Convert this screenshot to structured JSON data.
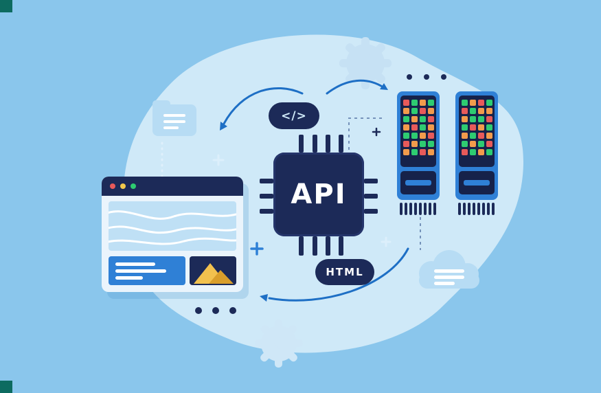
{
  "labels": {
    "api": "API",
    "code_tag": "</>",
    "html": "HTML"
  },
  "colors": {
    "background": "#8AC6EC",
    "blob": "#CFE9F8",
    "navy": "#1C2A58",
    "bright_blue": "#2F80D6",
    "arrow_blue": "#1E6FC5",
    "light_icon": "#B7DCF4",
    "white": "#FFFFFF",
    "corner_teal": "#0D6B60",
    "traffic_red": "#E85A5A",
    "traffic_yellow": "#F2C94C",
    "traffic_green": "#2ECC71",
    "mountain_yellow": "#F2C14E",
    "mountain_dark": "#D99E2B"
  },
  "servers": {
    "led_map": {
      "g": "#2ECC71",
      "o": "#F29B4C",
      "r": "#E85A5A",
      "y": "#F2C94C",
      "d": "#2A3A66"
    },
    "rack1_leds": [
      [
        "r",
        "g",
        "o",
        "g"
      ],
      [
        "o",
        "g",
        "r",
        "o"
      ],
      [
        "g",
        "o",
        "g",
        "r"
      ],
      [
        "o",
        "r",
        "g",
        "o"
      ],
      [
        "g",
        "g",
        "o",
        "r"
      ],
      [
        "r",
        "o",
        "g",
        "g"
      ],
      [
        "o",
        "g",
        "r",
        "o"
      ]
    ],
    "rack2_leds": [
      [
        "g",
        "o",
        "r",
        "g"
      ],
      [
        "r",
        "g",
        "o",
        "o"
      ],
      [
        "o",
        "g",
        "g",
        "r"
      ],
      [
        "g",
        "r",
        "o",
        "g"
      ],
      [
        "o",
        "g",
        "r",
        "o"
      ],
      [
        "g",
        "o",
        "g",
        "r"
      ],
      [
        "r",
        "g",
        "o",
        "g"
      ]
    ]
  }
}
